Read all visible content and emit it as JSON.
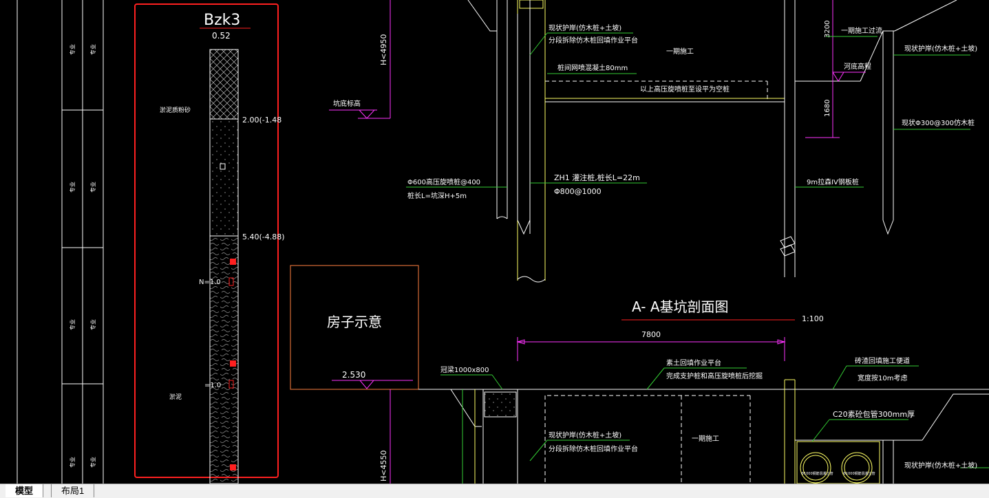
{
  "colors": {
    "background": "#000000",
    "white": "#ffffff",
    "yellow": "#ffff66",
    "green": "#33cc33",
    "magenta": "#ff33ff",
    "red_box": "#ff2020",
    "orange": "#ff8040",
    "gray": "#bbbbbb"
  },
  "left_strip": {
    "cell_text": "专业"
  },
  "borehole": {
    "title": "Bzk3",
    "elevation": "0.52",
    "layer1_name": "淤泥质粉砂",
    "depth1": "2.00(-1.48",
    "depth2": "5.40(-4.88)",
    "layer2_name": "淤泥",
    "n_value_1": "N=1.0",
    "n_value_2": "=1.0"
  },
  "upper_section": {
    "h_label": "H<4950",
    "pit_label": "坑底标高",
    "label_revet": "现状护岸(仿木桩+土坡)",
    "label_demolish": "分段拆除仿木桩回填作业平台",
    "label_phase1": "一期施工",
    "label_mesh": "桩间网喷混凝土80mm",
    "label_jet_above": "以上高压旋喷桩至设平为空桩",
    "label_jet": "Φ600高压旋喷桩@400",
    "label_jet_len": "桩长L=坑深H+5m",
    "label_zh1": "ZH1 灌注桩,桩长L=22m",
    "label_zh1_spacing": "Φ800@1000",
    "label_diversion": "一期施工过流",
    "dim_3200": "3200",
    "dim_1680": "1680",
    "label_riverbed": "河底高程",
    "label_steel_sheet": "9m拉森IV钢板桩",
    "label_revet_right": "现状护岸(仿木桩+土坡)",
    "label_timber": "现状Φ300@300仿木桩"
  },
  "section_title": {
    "title": "A- A基坑剖面图",
    "scale": "1:100"
  },
  "house": {
    "label": "房子示意",
    "elevation": "2.530"
  },
  "lower_section": {
    "dim_7800": "7800",
    "label_beam": "冠梁1000x800",
    "label_fill_platform": "素土回填作业平台",
    "label_dig_after": "完成支护桩和高压旋喷桩后挖掘",
    "label_road1": "砖渣回填施工便道",
    "label_road2": "宽度按10m考虑",
    "label_c20": "C20素砼包管300mm厚",
    "h_label": "H<4550",
    "label_revet": "现状护岸(仿木桩+土坡)",
    "label_demolish": "分段拆除仿木桩回填作业平台",
    "label_phase1": "一期施工",
    "label_pipe1": "Φ1000钢筋混凝土管",
    "label_pipe2": "Φ1000钢筋混凝土管",
    "label_revet_right": "现状护岸(仿木桩+土坡)"
  },
  "tabs": {
    "model": "模型",
    "layout1": "布局1"
  }
}
